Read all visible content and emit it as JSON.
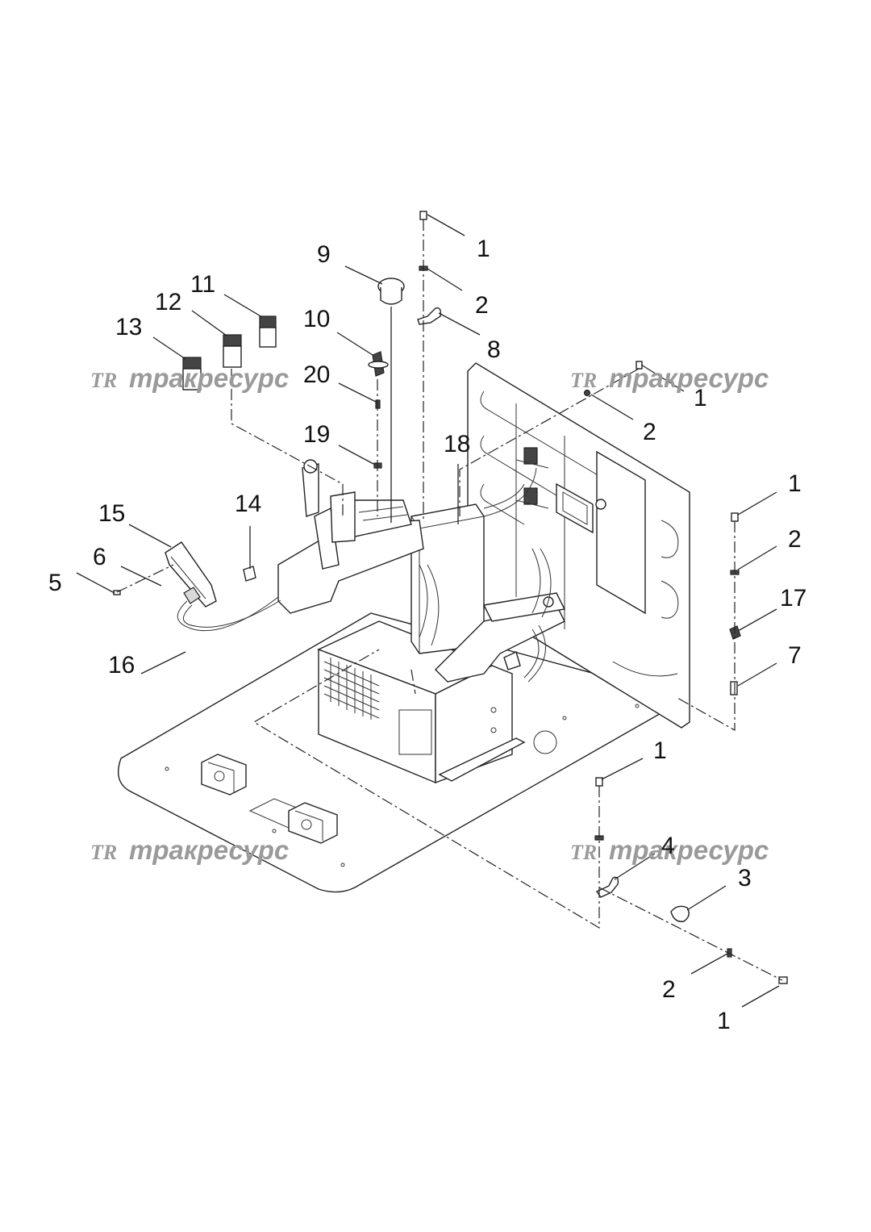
{
  "diagram": {
    "part_labels": [
      {
        "id": "lbl-1a",
        "text": "1"
      },
      {
        "id": "lbl-2a",
        "text": "2"
      },
      {
        "id": "lbl-8",
        "text": "8"
      },
      {
        "id": "lbl-9",
        "text": "9"
      },
      {
        "id": "lbl-10",
        "text": "10"
      },
      {
        "id": "lbl-11",
        "text": "11"
      },
      {
        "id": "lbl-12",
        "text": "12"
      },
      {
        "id": "lbl-13",
        "text": "13"
      },
      {
        "id": "lbl-20",
        "text": "20"
      },
      {
        "id": "lbl-19",
        "text": "19"
      },
      {
        "id": "lbl-1b",
        "text": "1"
      },
      {
        "id": "lbl-2b",
        "text": "2"
      },
      {
        "id": "lbl-18",
        "text": "18"
      },
      {
        "id": "lbl-1c",
        "text": "1"
      },
      {
        "id": "lbl-2c",
        "text": "2"
      },
      {
        "id": "lbl-17",
        "text": "17"
      },
      {
        "id": "lbl-7",
        "text": "7"
      },
      {
        "id": "lbl-14",
        "text": "14"
      },
      {
        "id": "lbl-15",
        "text": "15"
      },
      {
        "id": "lbl-6",
        "text": "6"
      },
      {
        "id": "lbl-5",
        "text": "5"
      },
      {
        "id": "lbl-16",
        "text": "16"
      },
      {
        "id": "lbl-1d",
        "text": "1"
      },
      {
        "id": "lbl-4",
        "text": "4"
      },
      {
        "id": "lbl-3",
        "text": "3"
      },
      {
        "id": "lbl-2d",
        "text": "2"
      },
      {
        "id": "lbl-1e",
        "text": "1"
      }
    ],
    "watermark": {
      "logo": "TR",
      "text": "тракресурс"
    },
    "colors": {
      "line": "#222222",
      "watermark": "#9a9a9a",
      "background": "#ffffff"
    }
  }
}
